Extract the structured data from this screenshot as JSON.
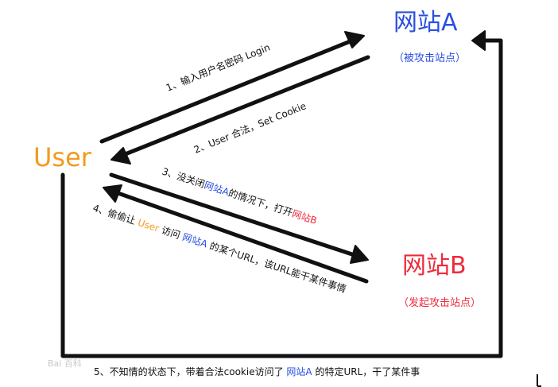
{
  "nodes": {
    "user": "User",
    "site_a": {
      "title": "网站A",
      "subtitle": "（被攻击站点）"
    },
    "site_b": {
      "title": "网站B",
      "subtitle": "（发起攻击站点）"
    }
  },
  "steps": {
    "step1": "1、输入用户名密码 Login",
    "step2": "2、User 合法，Set Cookie",
    "step3": {
      "prefix": "3、没关闭",
      "site_a": "网站A",
      "middle": "的情况下，打开",
      "site_b": "网站B"
    },
    "step4": {
      "prefix": "4、偷偷让 ",
      "user": "User",
      "visit": " 访问 ",
      "site_a": "网站A",
      "suffix": " 的某个URL，该URL能干某件事情"
    },
    "step5": {
      "prefix": "5、不知情的状态下，带着合法cookie访问了 ",
      "site_a": "网站A",
      "suffix": " 的特定URL，干了某件事"
    }
  },
  "watermark": "Bai 百科",
  "colors": {
    "user": "#f39a1e",
    "site_a": "#2a4fe0",
    "site_b": "#ee2b3c",
    "line": "#111111"
  }
}
